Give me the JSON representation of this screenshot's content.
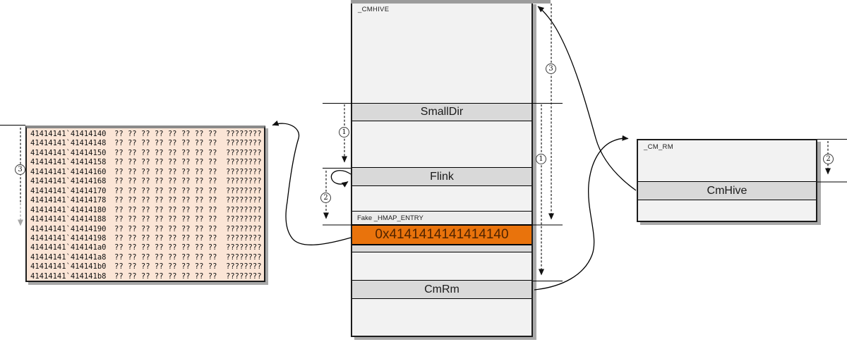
{
  "structs": {
    "cmhive": {
      "title": "_CMHIVE",
      "smalldir": "SmallDir",
      "flink": "Flink",
      "fake_hmap": "Fake _HMAP_ENTRY",
      "payload": "0x4141414141414140",
      "cmrm": "CmRm"
    },
    "cm_rm": {
      "title": "_CM_RM",
      "cmhive": "CmHive"
    }
  },
  "badges": {
    "one": "1",
    "two": "2",
    "three": "3"
  },
  "colors": {
    "highlight_fill": "#e9730c",
    "highlight_text": "#4f2300",
    "band_fill": "#d9d9d9",
    "band_light_fill": "#ebebeb",
    "box_fill": "#f2f2f2",
    "dump_fill": "#fbe5d6"
  },
  "memory_dump": {
    "rows": [
      {
        "address": "41414141`41414140",
        "bytes": "?? ?? ?? ?? ?? ?? ?? ??",
        "ascii": "????????"
      },
      {
        "address": "41414141`41414148",
        "bytes": "?? ?? ?? ?? ?? ?? ?? ??",
        "ascii": "????????"
      },
      {
        "address": "41414141`41414150",
        "bytes": "?? ?? ?? ?? ?? ?? ?? ??",
        "ascii": "????????"
      },
      {
        "address": "41414141`41414158",
        "bytes": "?? ?? ?? ?? ?? ?? ?? ??",
        "ascii": "????????"
      },
      {
        "address": "41414141`41414160",
        "bytes": "?? ?? ?? ?? ?? ?? ?? ??",
        "ascii": "????????"
      },
      {
        "address": "41414141`41414168",
        "bytes": "?? ?? ?? ?? ?? ?? ?? ??",
        "ascii": "????????"
      },
      {
        "address": "41414141`41414170",
        "bytes": "?? ?? ?? ?? ?? ?? ?? ??",
        "ascii": "????????"
      },
      {
        "address": "41414141`41414178",
        "bytes": "?? ?? ?? ?? ?? ?? ?? ??",
        "ascii": "????????"
      },
      {
        "address": "41414141`41414180",
        "bytes": "?? ?? ?? ?? ?? ?? ?? ??",
        "ascii": "????????"
      },
      {
        "address": "41414141`41414188",
        "bytes": "?? ?? ?? ?? ?? ?? ?? ??",
        "ascii": "????????"
      },
      {
        "address": "41414141`41414190",
        "bytes": "?? ?? ?? ?? ?? ?? ?? ??",
        "ascii": "????????"
      },
      {
        "address": "41414141`41414198",
        "bytes": "?? ?? ?? ?? ?? ?? ?? ??",
        "ascii": "????????"
      },
      {
        "address": "41414141`414141a0",
        "bytes": "?? ?? ?? ?? ?? ?? ?? ??",
        "ascii": "????????"
      },
      {
        "address": "41414141`414141a8",
        "bytes": "?? ?? ?? ?? ?? ?? ?? ??",
        "ascii": "????????"
      },
      {
        "address": "41414141`414141b0",
        "bytes": "?? ?? ?? ?? ?? ?? ?? ??",
        "ascii": "????????"
      },
      {
        "address": "41414141`414141b8",
        "bytes": "?? ?? ?? ?? ?? ?? ?? ??",
        "ascii": "????????"
      }
    ]
  }
}
